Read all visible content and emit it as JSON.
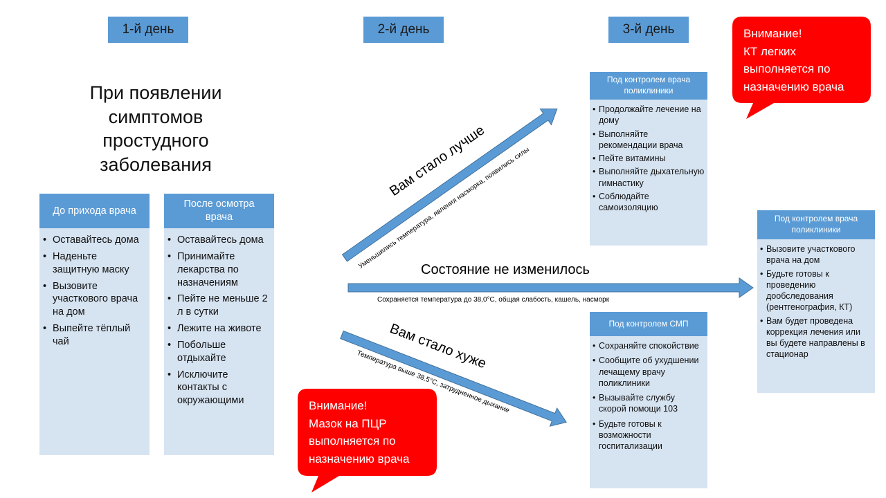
{
  "days": [
    "1-й день",
    "2-й день",
    "3-й день"
  ],
  "title": [
    "При появлении",
    "симптомов",
    "простудного",
    "заболевания"
  ],
  "before_doctor": {
    "header": "До прихода врача",
    "items": [
      "Оставайтесь дома",
      "Наденьте защитную маску",
      "Вызовите участкового врача на дом",
      "Выпейте тёплый чай"
    ]
  },
  "after_exam": {
    "header": "После осмотра врача",
    "items": [
      "Оставайтесь дома",
      "Принимайте лекарства по назначениям",
      "Пейте не меньше 2 л в сутки",
      "Лежите на животе",
      "Побольше отдыхайте",
      "Исключите контакты с окружающими"
    ]
  },
  "better": {
    "label": "Вам стало лучше",
    "sublabel": "Уменьшились температура, явления насморка, появились силы"
  },
  "unchanged": {
    "label": "Состояние не изменилось",
    "sublabel": "Сохраняется температура до 38,0°С, общая слабость, кашель, насморк"
  },
  "worse": {
    "label": "Вам стало хуже",
    "sublabel": "Температура выше 38,5°С, затрудненное дыхание"
  },
  "clinic_better": {
    "header": "Под контролем врача поликлиники",
    "items": [
      "Продолжайте лечение на дому",
      "Выполняйте рекомендации врача",
      "Пейте витамины",
      "Выполняйте дыхательную гимнастику",
      "Соблюдайте самоизоляцию"
    ]
  },
  "clinic_same": {
    "header": "Под контролем врача поликлиники",
    "items": [
      "Вызовите участкового врача на дом",
      "Будьте готовы к проведению дообследования (рентгенография, КТ)",
      "Вам будет проведена коррекция лечения или вы будете направлены в стационар"
    ]
  },
  "smp": {
    "header": "Под контролем  СМП",
    "items": [
      "Сохраняйте спокойствие",
      "Сообщите об ухудшении лечащему врачу поликлиники",
      "Вызывайте службу скорой помощи 103",
      "Будьте готовы к возможности госпитализации"
    ]
  },
  "callout_ct": [
    "Внимание!",
    "КТ легких",
    "выполняется по",
    "назначению  врача"
  ],
  "callout_pcr": [
    "Внимание!",
    "Мазок на ПЦР",
    "выполняется по",
    "назначению  врача"
  ],
  "colors": {
    "header_blue": "#5b9bd5",
    "card_fill": "#d6e3f1",
    "callout_red": "#ff0000"
  }
}
